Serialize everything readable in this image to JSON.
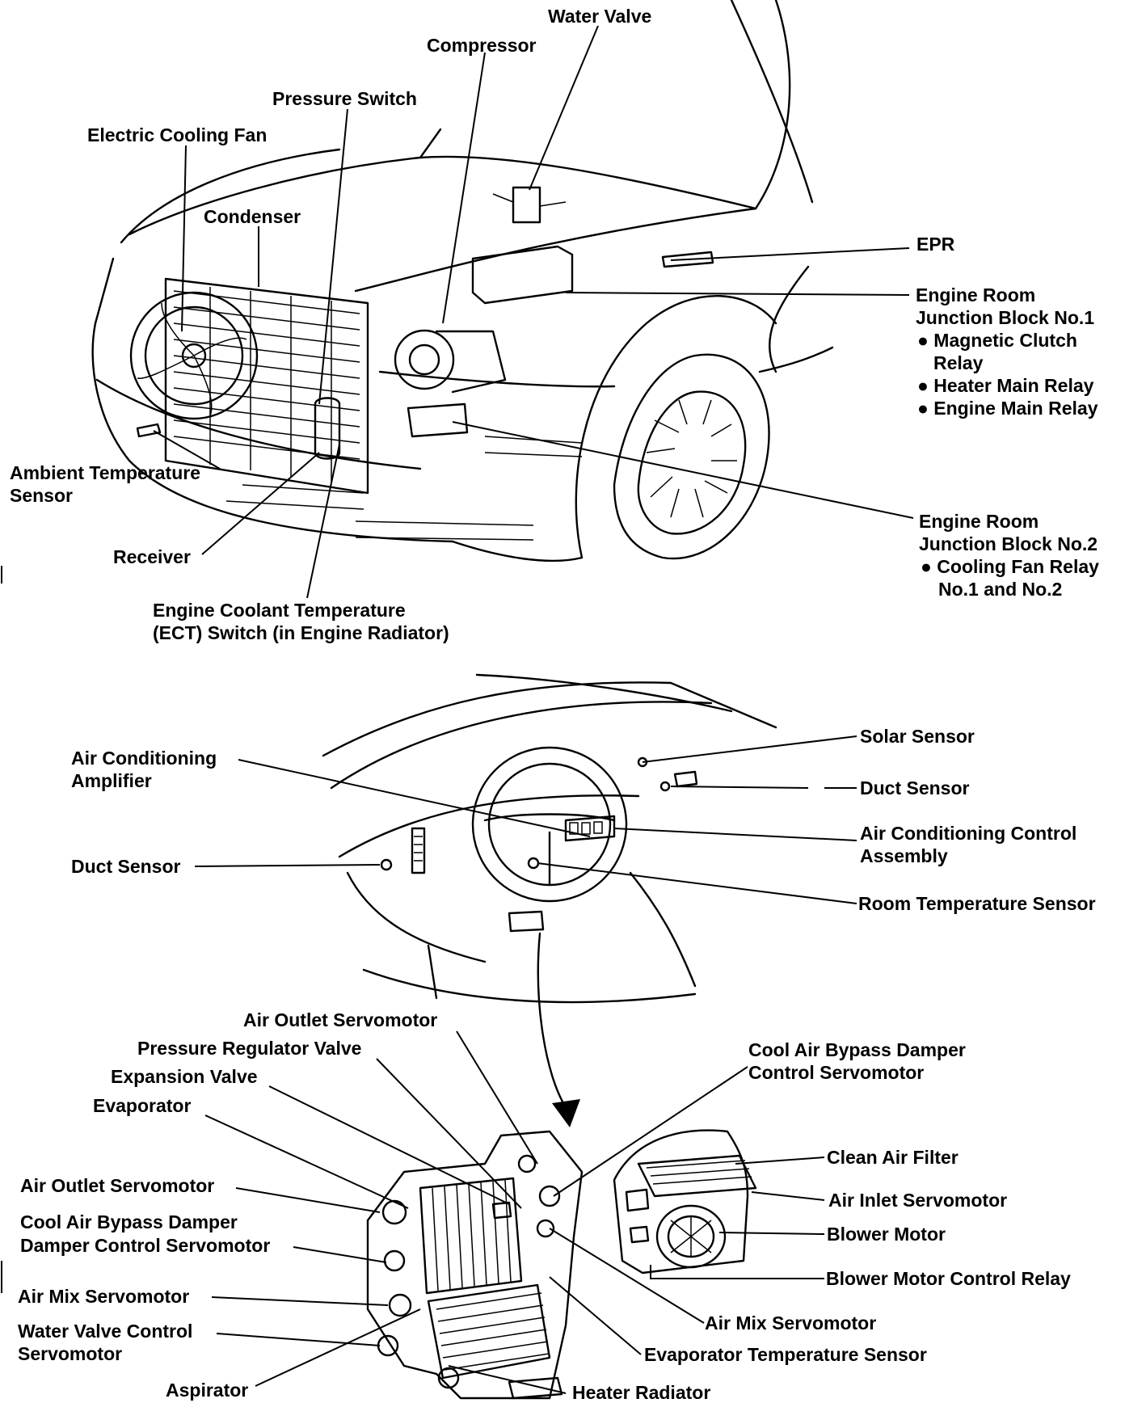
{
  "labels": {
    "water_valve": "Water Valve",
    "compressor": "Compressor",
    "pressure_switch": "Pressure Switch",
    "electric_cooling_fan": "Electric Cooling Fan",
    "condenser": "Condenser",
    "epr": "EPR",
    "ejb1": {
      "line1": "Engine Room",
      "line2": "Junction Block No.1",
      "item1": "● Magnetic Clutch",
      "item1b": "Relay",
      "item2": "● Heater Main Relay",
      "item3": "● Engine Main Relay"
    },
    "ambient_sensor": {
      "line1": "Ambient Temperature",
      "line2": "Sensor"
    },
    "receiver": "Receiver",
    "ejb2": {
      "line1": "Engine Room",
      "line2": "Junction Block No.2",
      "item1": "● Cooling Fan Relay",
      "item1b": "No.1 and No.2"
    },
    "ect_switch": {
      "line1": "Engine Coolant Temperature",
      "line2": "(ECT) Switch (in Engine Radiator)"
    },
    "ac_amplifier": {
      "line1": "Air  Conditioning",
      "line2": "Amplifier"
    },
    "solar_sensor": "Solar Sensor",
    "duct_sensor_right": "Duct Sensor",
    "duct_sensor_left": "Duct Sensor",
    "ac_control": {
      "line1": "Air Conditioning Control",
      "line2": "Assembly"
    },
    "room_temp_sensor": "Room Temperature Sensor",
    "air_outlet_servo_top": "Air Outlet Servomotor",
    "pressure_regulator_valve": "Pressure Regulator Valve",
    "expansion_valve": "Expansion Valve",
    "evaporator": "Evaporator",
    "air_outlet_servo_left": "Air Outlet Servomotor",
    "cool_bypass_left": {
      "line1": "Cool Air Bypass  Damper",
      "line2": "Damper Control Servomotor"
    },
    "air_mix_servo_left": "Air Mix Servomotor",
    "water_valve_control": {
      "line1": "Water Valve Control",
      "line2": "Servomotor"
    },
    "aspirator": "Aspirator",
    "heater_radiator": "Heater Radiator",
    "evaporator_temp_sensor": "Evaporator Temperature Sensor",
    "air_mix_servo_right": "Air Mix Servomotor",
    "cool_bypass_right": {
      "line1": "Cool Air Bypass Damper",
      "line2": "Control Servomotor"
    },
    "clean_air_filter": "Clean Air Filter",
    "air_inlet_servo": "Air Inlet Servomotor",
    "blower_motor": "Blower Motor",
    "blower_motor_relay": "Blower Motor Control Relay"
  }
}
